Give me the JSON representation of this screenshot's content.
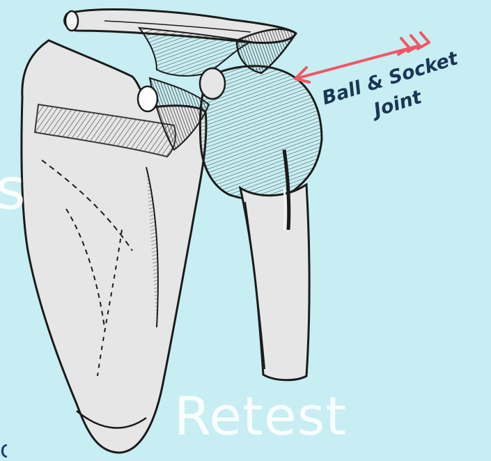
{
  "colors": {
    "background": "#c7eef2",
    "bone_fill": "#e6e6e6",
    "ink": "#1b1b1b",
    "arrow": "#f25563",
    "label": "#1c3557",
    "ghost_text": "#ffffff"
  },
  "illustration": {
    "subject": "shoulder-joint-engraving",
    "parts": [
      "scapula",
      "clavicle",
      "humerus",
      "joint-capsule",
      "ligaments"
    ]
  },
  "callout": {
    "line1": "Ball & Socket",
    "line2": "Joint",
    "arrow_icon": "arrow-left-icon"
  },
  "background_text": {
    "fragment": "s",
    "word": "Retest",
    "corner_glyph": "d"
  }
}
